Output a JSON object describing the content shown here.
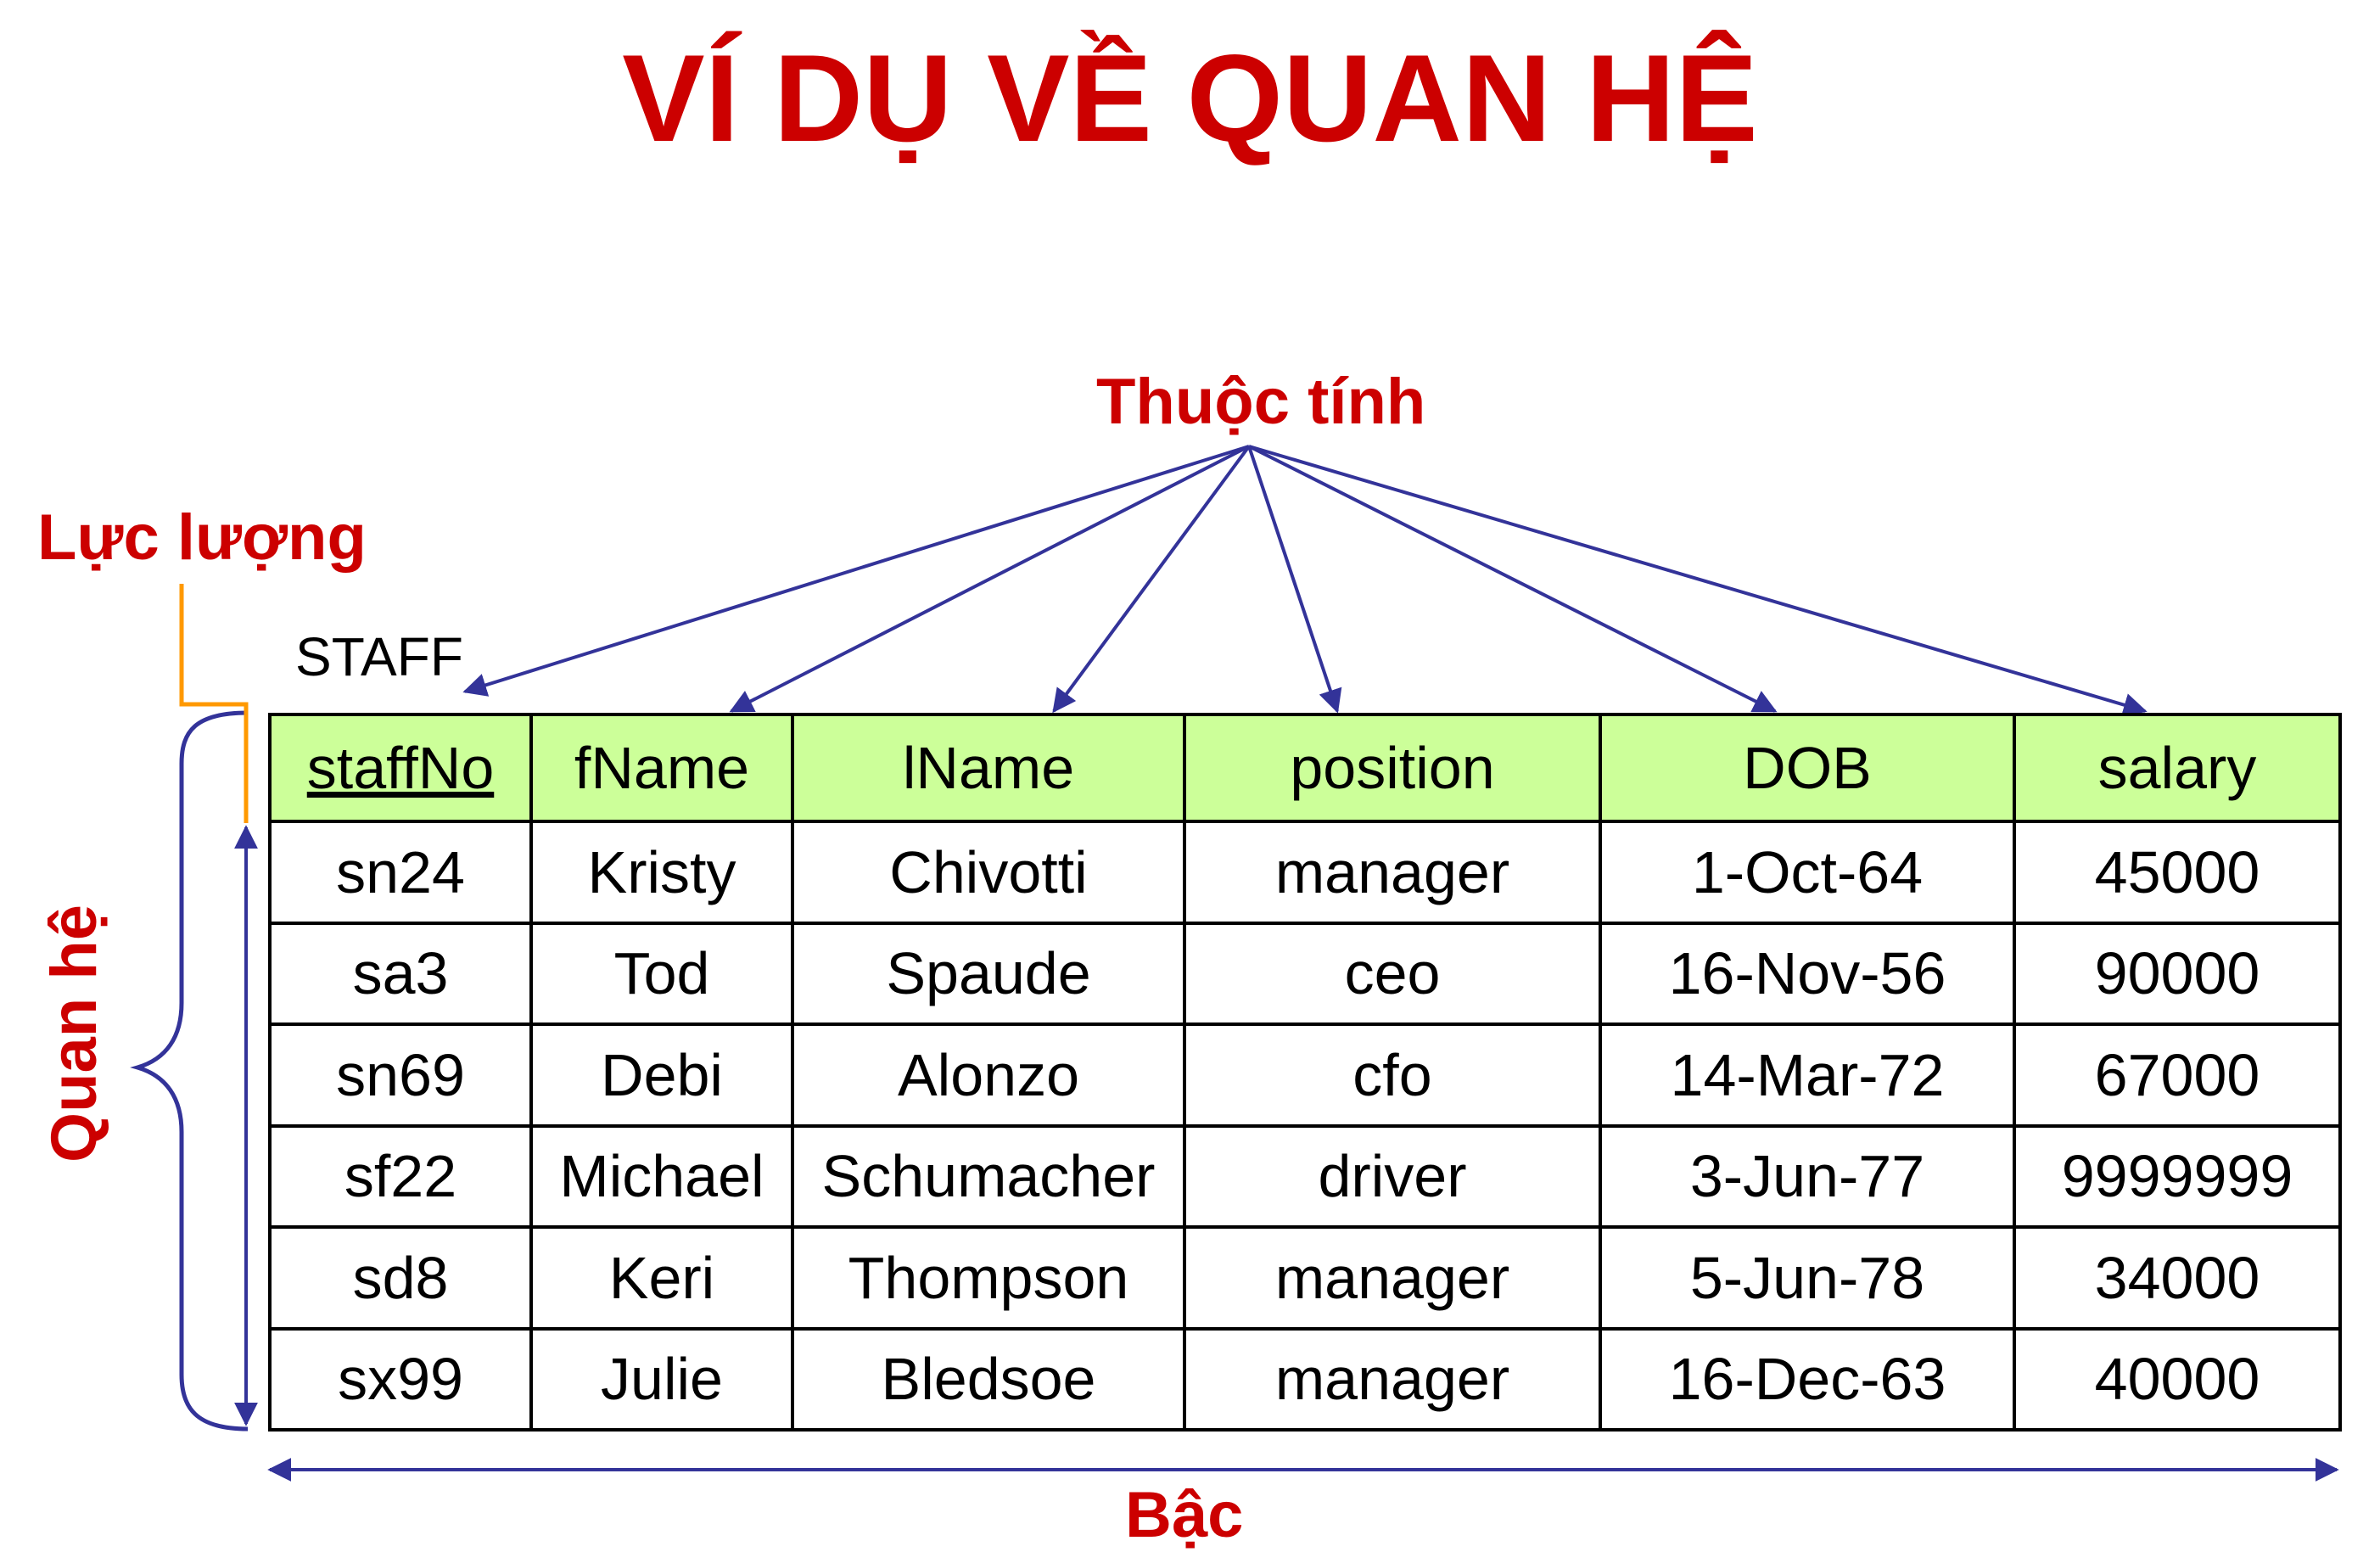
{
  "title": "VÍ DỤ VỀ QUAN HỆ",
  "labels": {
    "attribute": "Thuộc tính",
    "cardinality": "Lực lượng",
    "relation": "Quan hệ",
    "degree": "Bậc"
  },
  "relation_name": "STAFF",
  "table": {
    "columns": [
      "staffNo",
      "fName",
      "lName",
      "position",
      "DOB",
      "salary"
    ],
    "primary_key": "staffNo",
    "rows": [
      [
        "sn24",
        "Kristy",
        "Chivotti",
        "manager",
        "1-Oct-64",
        "45000"
      ],
      [
        "sa3",
        "Tod",
        "Spaude",
        "ceo",
        "16-Nov-56",
        "90000"
      ],
      [
        "sn69",
        "Debi",
        "Alonzo",
        "cfo",
        "14-Mar-72",
        "67000"
      ],
      [
        "sf22",
        "Michael",
        "Schumacher",
        "driver",
        "3-Jun-77",
        "9999999"
      ],
      [
        "sd8",
        "Keri",
        "Thompson",
        "manager",
        "5-Jun-78",
        "34000"
      ],
      [
        "sx99",
        "Julie",
        "Bledsoe",
        "manager",
        "16-Dec-63",
        "40000"
      ]
    ]
  },
  "colors": {
    "title": "#cc0000",
    "labels": "#cc0000",
    "arrows": "#333399",
    "cardinality_connector": "#ff9900",
    "header_fill": "#ccff99"
  }
}
